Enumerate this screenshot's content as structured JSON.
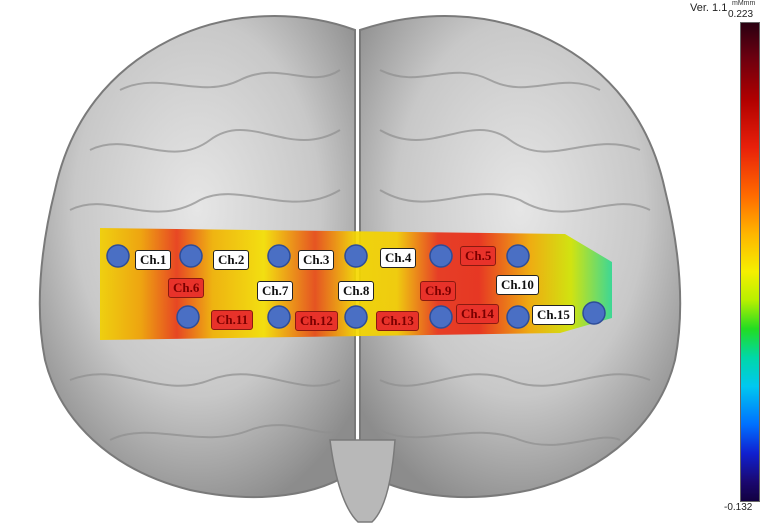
{
  "version": "Ver. 1.1",
  "colorbar": {
    "unit": "mMmm",
    "max": "0.223",
    "min": "-0.132"
  },
  "channels": [
    {
      "id": "ch1",
      "label": "Ch.1",
      "style": "white"
    },
    {
      "id": "ch2",
      "label": "Ch.2",
      "style": "white"
    },
    {
      "id": "ch3",
      "label": "Ch.3",
      "style": "white"
    },
    {
      "id": "ch4",
      "label": "Ch.4",
      "style": "white"
    },
    {
      "id": "ch5",
      "label": "Ch.5",
      "style": "red"
    },
    {
      "id": "ch6",
      "label": "Ch.6",
      "style": "red"
    },
    {
      "id": "ch7",
      "label": "Ch.7",
      "style": "white"
    },
    {
      "id": "ch8",
      "label": "Ch.8",
      "style": "white"
    },
    {
      "id": "ch9",
      "label": "Ch.9",
      "style": "red"
    },
    {
      "id": "ch10",
      "label": "Ch.10",
      "style": "white"
    },
    {
      "id": "ch11",
      "label": "Ch.11",
      "style": "red"
    },
    {
      "id": "ch12",
      "label": "Ch.12",
      "style": "red"
    },
    {
      "id": "ch13",
      "label": "Ch.13",
      "style": "red"
    },
    {
      "id": "ch14",
      "label": "Ch.14",
      "style": "red"
    },
    {
      "id": "ch15",
      "label": "Ch.15",
      "style": "white"
    }
  ],
  "colors": {
    "optode": "#4a6fc4",
    "brain": "#c9c9c9",
    "high_activation": "#e8322a",
    "mid_activation": "#f5e400"
  }
}
